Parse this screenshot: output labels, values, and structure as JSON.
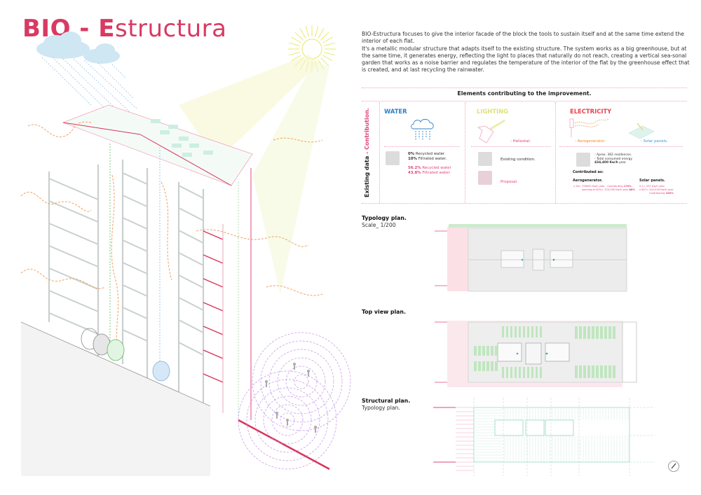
{
  "title": {
    "bold": "BIO - E",
    "rest": "structura"
  },
  "intro": [
    "BIO-Estructura focuses to give the interior facade of the block the tools to sustain itself and at the same time extend the interior of each flat.",
    "It's a metallic modular structure that adapts itself to the existing structure. The system works as a big greenhouse, but at the same time, it generates energy, reflecting the light to places that naturally do not reach, creating a vertical sea-sonal garden that works as a noise barrier and regulates the temperature of the interior of the flat by the greenhouse effect that is created, and at last recycling the rainwater."
  ],
  "elements": {
    "heading": "Elements contributing to the improvement.",
    "side_label_existing": "Existing data",
    "side_label_sep": "-",
    "side_label_contribution": "Contribution.",
    "water": {
      "label": "WATER",
      "color": "#2f7fc8",
      "existing": [
        {
          "value": "0%",
          "text": "Recycled water"
        },
        {
          "value": "10%",
          "text": "Filtrated water."
        }
      ],
      "contribution": [
        {
          "value": "56.2%",
          "text": "Recycled water"
        },
        {
          "value": "43.8%",
          "text": "Filtrated water."
        }
      ]
    },
    "lighting": {
      "label": "LIGHTING",
      "color": "#e0e07a",
      "device": "- Heliostat.",
      "existing": "Existing condition.",
      "proposal": "Proposal."
    },
    "electricity": {
      "label": "ELECTRICITY",
      "color": "#e9424f",
      "device_1": "- Aerogenerator",
      "device_1_color": "#f08a2a",
      "device_2": "- Solar panels.",
      "device_2_color": "#3a9ad9",
      "existing": [
        "- Aprox. 362 residences.",
        "- Total consumed energy"
      ],
      "existing_total": "434,400 Kw/h",
      "existing_total_suffix": " year.",
      "contributed_heading": "Contributed as:",
      "aero_heading": "Aerogenerator.",
      "aero_text_1": "x 26= 798000 Kw/h year . Contributing",
      "aero_value_1": "170%",
      "aero_text_2": "working at 50%= 370,000 Kw/h year",
      "aero_value_2": "86%",
      "solar_heading": "Solar panels.",
      "solar_text_1": "X 1= 547 Kw/h year",
      "solar_text_2": "x 807= 441,429 Kw/h year.",
      "solar_text_3": "Contributing",
      "solar_value": "100%"
    }
  },
  "plans": {
    "typology": {
      "title": "Typology plan.",
      "subtitle": "Scale_ 1/200"
    },
    "top_view": {
      "title": "Top view plan."
    },
    "structural": {
      "title": "Structural plan.",
      "subtitle": "Typology plan."
    }
  },
  "icons": {
    "compass": "north-arrow-icon"
  }
}
